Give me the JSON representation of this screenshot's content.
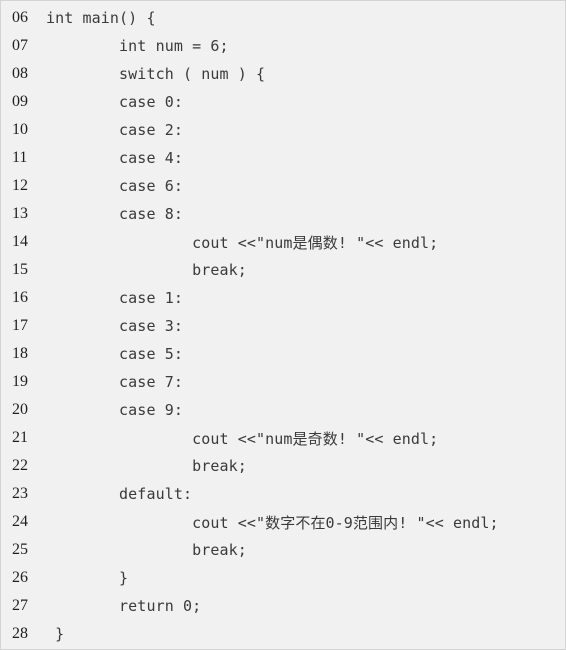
{
  "listing": {
    "lines": [
      {
        "number": "06",
        "code": "int main() {"
      },
      {
        "number": "07",
        "code": "        int num = 6;"
      },
      {
        "number": "08",
        "code": "        switch ( num ) {"
      },
      {
        "number": "09",
        "code": "        case 0:"
      },
      {
        "number": "10",
        "code": "        case 2:"
      },
      {
        "number": "11",
        "code": "        case 4:"
      },
      {
        "number": "12",
        "code": "        case 6:"
      },
      {
        "number": "13",
        "code": "        case 8:"
      },
      {
        "number": "14",
        "code": "                cout <<\"num是偶数! \"<< endl;"
      },
      {
        "number": "15",
        "code": "                break;"
      },
      {
        "number": "16",
        "code": "        case 1:"
      },
      {
        "number": "17",
        "code": "        case 3:"
      },
      {
        "number": "18",
        "code": "        case 5:"
      },
      {
        "number": "19",
        "code": "        case 7:"
      },
      {
        "number": "20",
        "code": "        case 9:"
      },
      {
        "number": "21",
        "code": "                cout <<\"num是奇数! \"<< endl;"
      },
      {
        "number": "22",
        "code": "                break;"
      },
      {
        "number": "23",
        "code": "        default:"
      },
      {
        "number": "24",
        "code": "                cout <<\"数字不在0-9范围内! \"<< endl;"
      },
      {
        "number": "25",
        "code": "                break;"
      },
      {
        "number": "26",
        "code": "        }"
      },
      {
        "number": "27",
        "code": "        return 0;"
      },
      {
        "number": "28",
        "code": " }"
      }
    ]
  }
}
